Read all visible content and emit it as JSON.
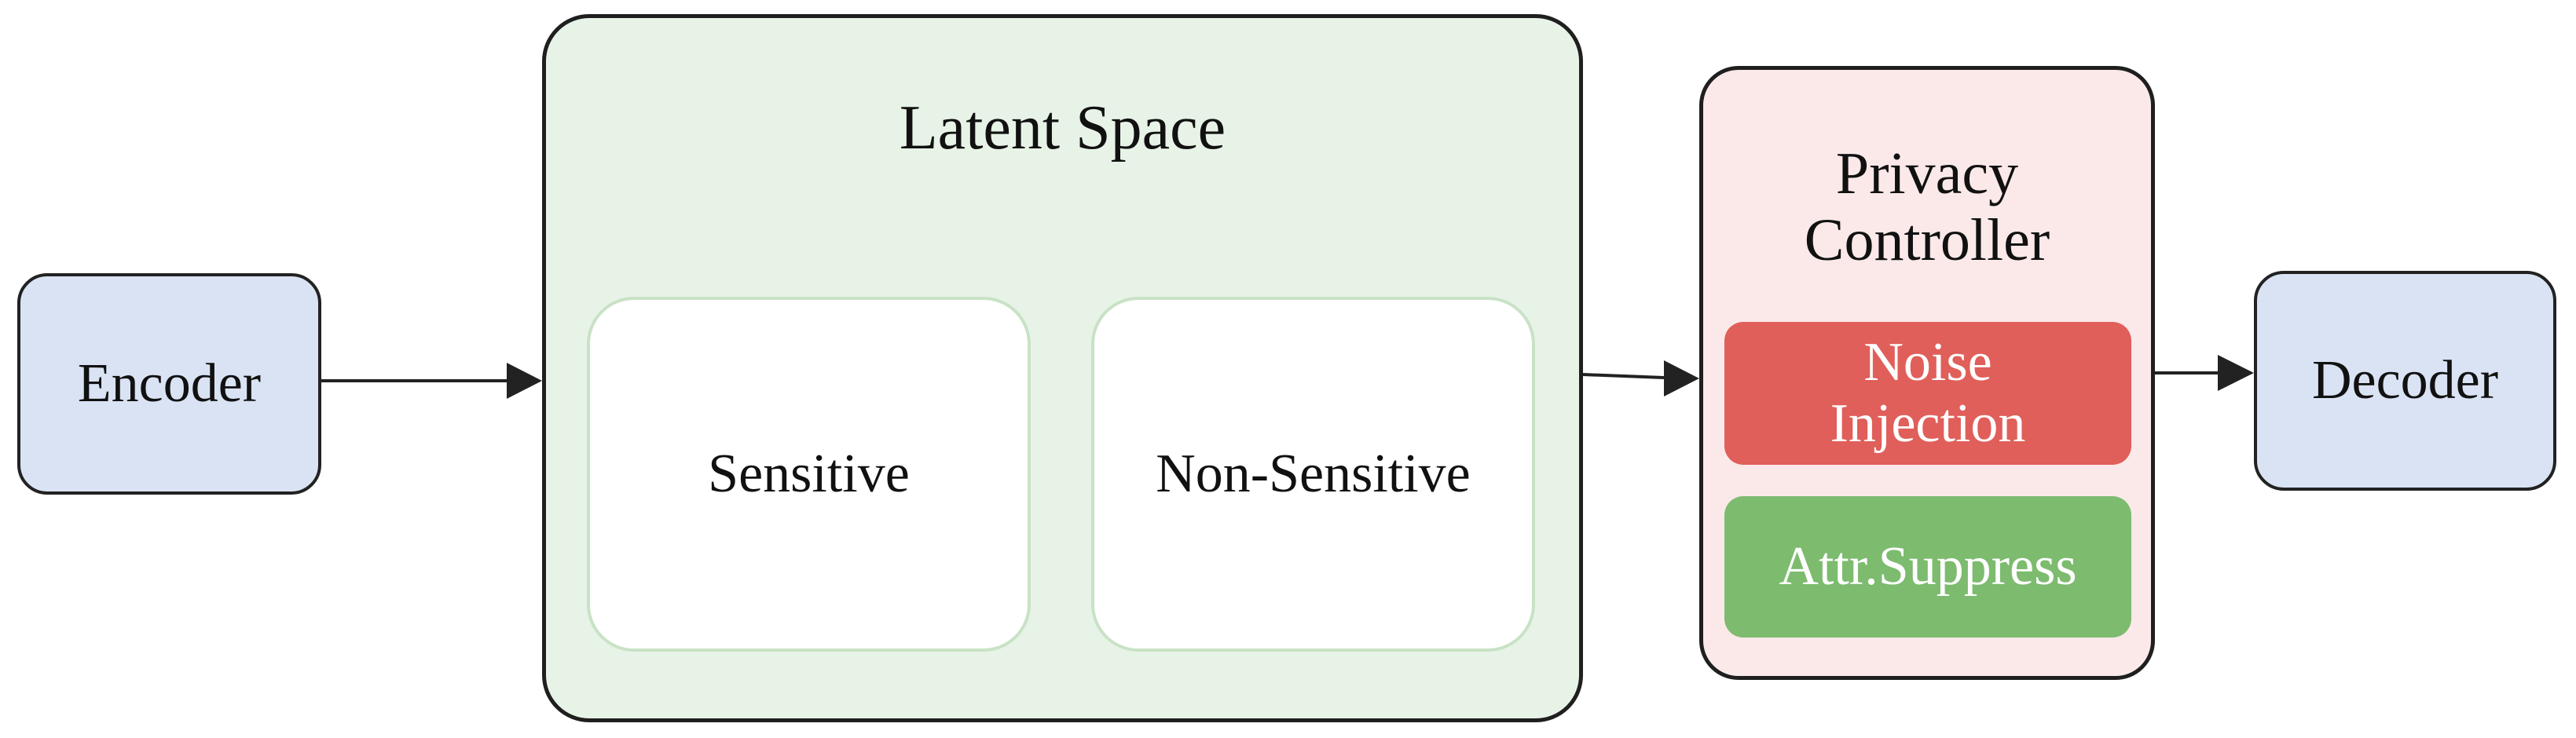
{
  "diagram": {
    "encoder": {
      "label": "Encoder"
    },
    "latent_space": {
      "title": "Latent Space",
      "sensitive": "Sensitive",
      "non_sensitive": "Non-Sensitive"
    },
    "privacy_controller": {
      "title_line1": "Privacy",
      "title_line2": "Controller",
      "noise_line1": "Noise",
      "noise_line2": "Injection",
      "attr_suppress": "Attr.Suppress"
    },
    "decoder": {
      "label": "Decoder"
    }
  },
  "colors": {
    "encoder_fill": "#dae3f4",
    "latent_fill": "#e8f3e7",
    "privacy_fill": "#fbe9e9",
    "noise_fill": "#e05f5a",
    "attr_fill": "#7dbb6f",
    "decoder_fill": "#dae3f4"
  }
}
